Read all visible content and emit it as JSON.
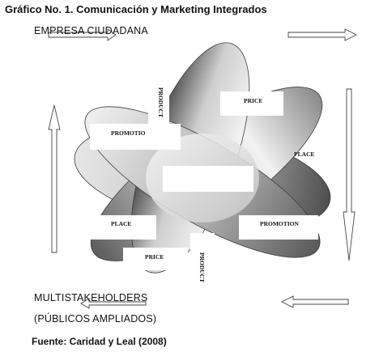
{
  "title": "Gráfico No. 1. Comunicación y Marketing Integrados",
  "top_label": "EMPRESA CIUDADANA",
  "bottom_label_line1": "MULTISTAKEHOLDERS",
  "bottom_label_line2": "(PÚBLICOS AMPLIADOS)",
  "source": "Fuente: Caridad y Leal (2008)",
  "boxes": {
    "product_top": "PRODUCT",
    "price_top": "PRICE",
    "promotion_left": "PROMOTIO",
    "place_right": "PLACE",
    "place_left": "PLACE",
    "promotion_right": "PROMOTION",
    "price_bottom": "PRICE",
    "product_bottom": "PRODUCT"
  },
  "colors": {
    "ellipse_dark": "#6e6e6e",
    "ellipse_mid": "#b4b4b4",
    "ellipse_light": "#ededed",
    "arrow_stroke": "#444444"
  }
}
